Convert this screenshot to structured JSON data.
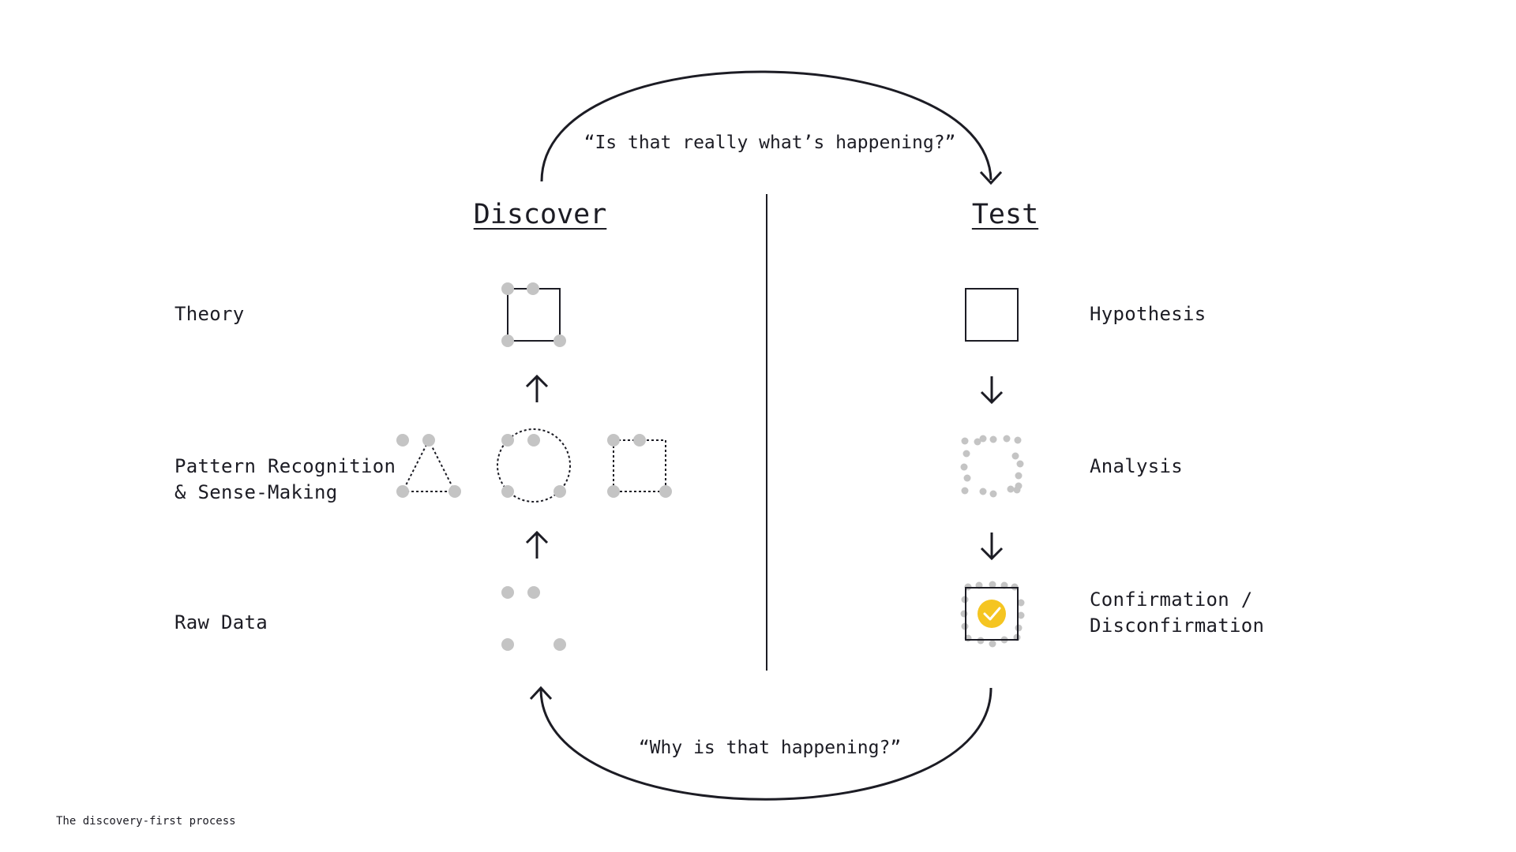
{
  "columns": {
    "left": {
      "title": "Discover"
    },
    "right": {
      "title": "Test"
    }
  },
  "loops": {
    "top_question": "“Is that really what’s happening?”",
    "bottom_question": "“Why is that happening?”"
  },
  "discover_levels": [
    {
      "label": "Theory"
    },
    {
      "label": "Pattern Recognition\n& Sense-Making"
    },
    {
      "label": "Raw Data"
    }
  ],
  "test_levels": [
    {
      "label": "Hypothesis"
    },
    {
      "label": "Analysis"
    },
    {
      "label": "Confirmation /\nDisconfirmation"
    }
  ],
  "caption": "The discovery-first process",
  "icons": {
    "up_arrow": "arrow-up-icon",
    "down_arrow": "arrow-down-icon",
    "check": "check-icon"
  },
  "colors": {
    "ink": "#1c1c24",
    "dot": "#c4c4c4",
    "accent": "#f5c521"
  }
}
